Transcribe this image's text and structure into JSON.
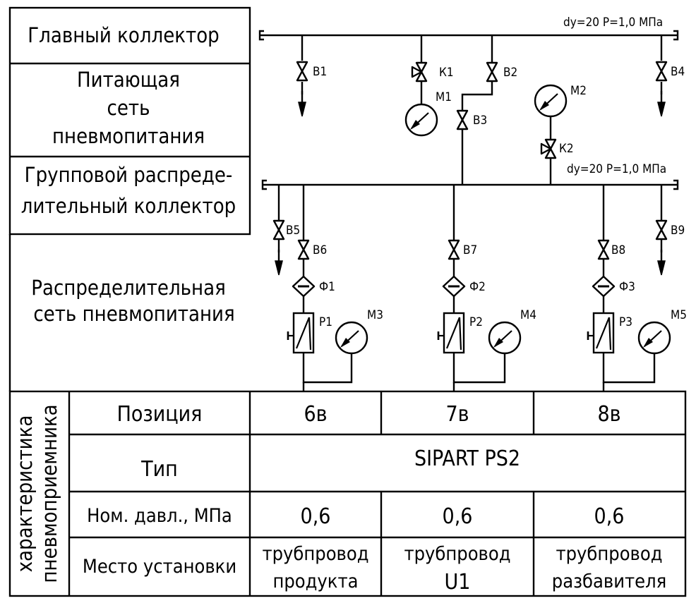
{
  "left_labels": {
    "main_collector": "Главный коллектор",
    "supply_net": [
      "Питающая",
      "сеть",
      "пневмопитания"
    ],
    "group_collector": [
      "Групповой распреде-",
      "лительный коллектор"
    ],
    "distribution_net": [
      "Распределительная",
      "сеть пневмопитания"
    ]
  },
  "main_line_note": "dy=20  P=1,0 МПа",
  "group_line_note": "dy=20  P=1,0 МПа",
  "tags": {
    "v1": "В1",
    "v2": "В2",
    "v3": "В3",
    "v4": "В4",
    "v5": "В5",
    "v6": "В6",
    "v7": "В7",
    "v8": "В8",
    "v9": "В9",
    "k1": "К1",
    "k2": "К2",
    "m1": "М1",
    "m2": "М2",
    "m3": "М3",
    "m4": "М4",
    "m5": "М5",
    "f1": "Ф1",
    "f2": "Ф2",
    "f3": "Ф3",
    "r1": "Р1",
    "r2": "Р2",
    "r3": "Р3"
  },
  "table": {
    "group_label": [
      "характеристика",
      "пневмоприемника"
    ],
    "rows": {
      "position": {
        "label": "Позиция",
        "values": [
          "6в",
          "7в",
          "8в"
        ]
      },
      "type": {
        "label": "Тип",
        "value": "SIPART PS2"
      },
      "pressure": {
        "label": "Ном. давл., МПа",
        "values": [
          "0,6",
          "0,6",
          "0,6"
        ]
      },
      "location": {
        "label": "Место установки",
        "values": [
          [
            "трубпровод",
            "продукта"
          ],
          [
            "трубпровод",
            "U1"
          ],
          [
            "трубпровод",
            "разбавителя"
          ]
        ]
      }
    }
  }
}
